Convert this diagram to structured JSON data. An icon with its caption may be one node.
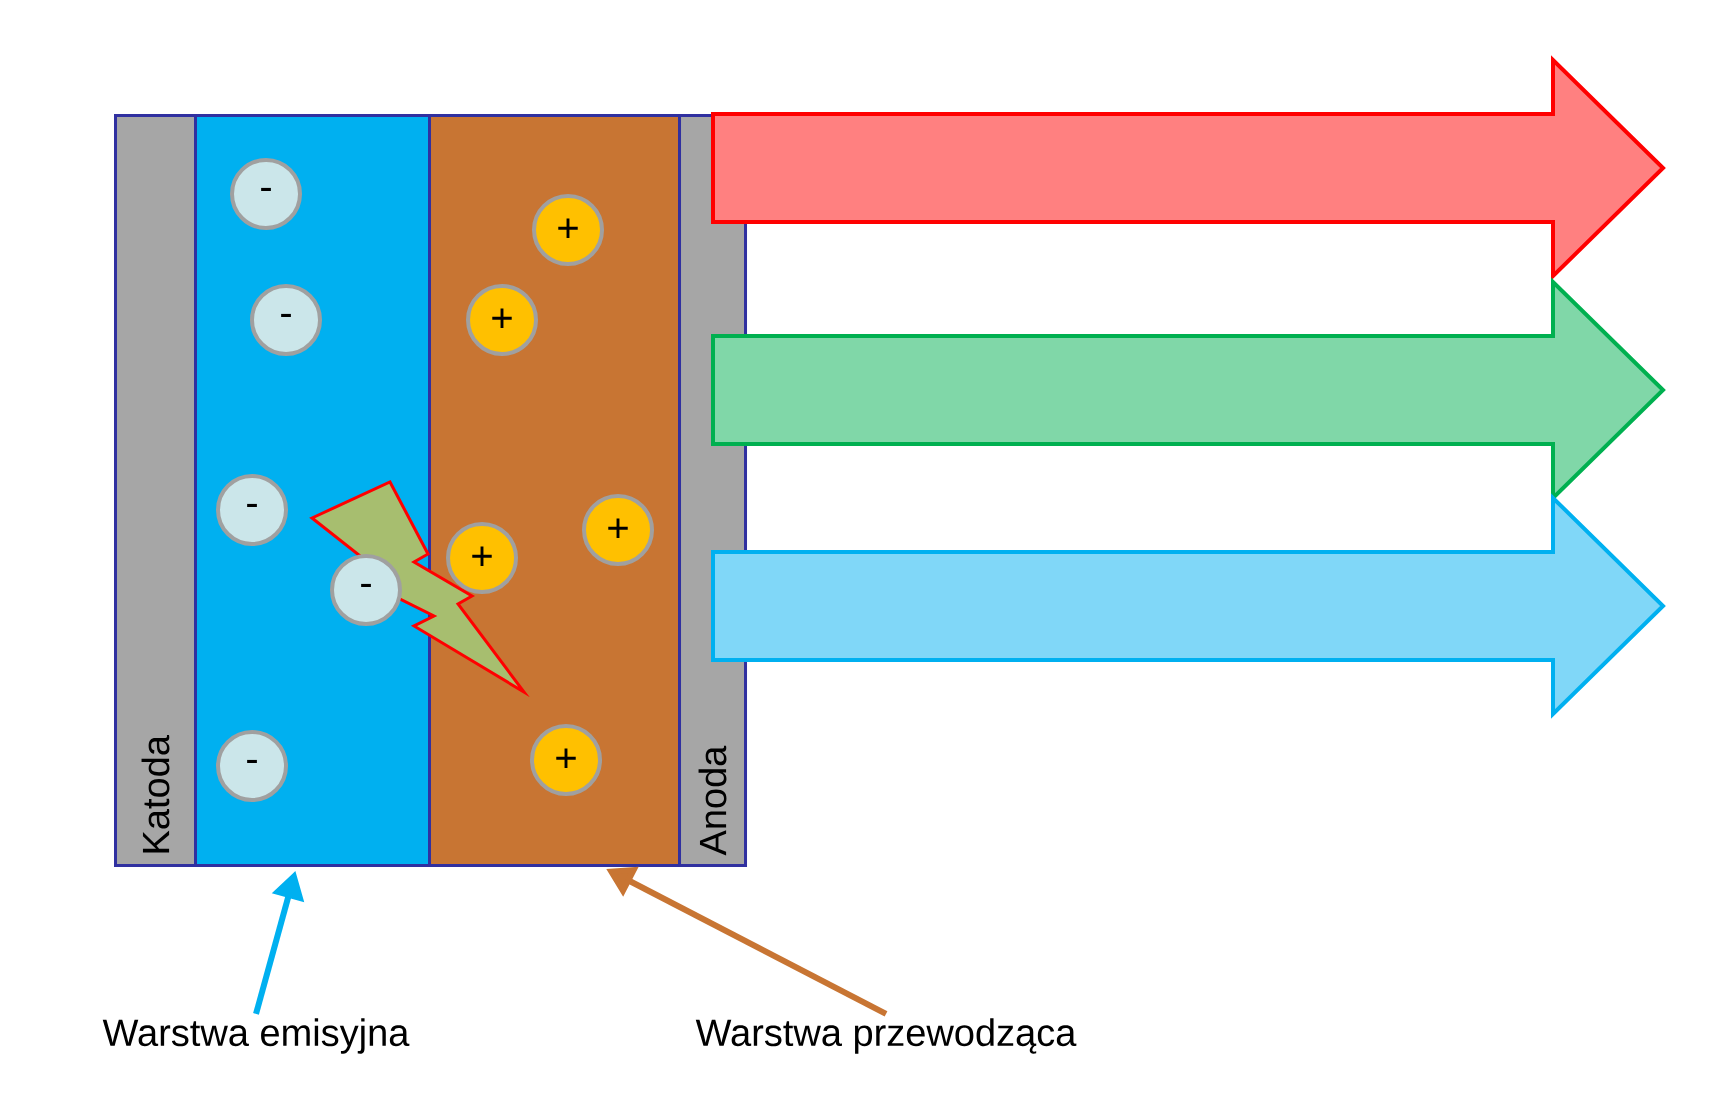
{
  "diagram": {
    "nodes": [
      {
        "text": [
          "Katoda"
        ]
      },
      {
        "text": [],
        "shape": "box"
      },
      {
        "text": [],
        "shape": "box"
      },
      {
        "text": [
          "Anoda"
        ]
      },
      {
        "text": [
          "-"
        ],
        "in": 1
      },
      {
        "text": [
          "-"
        ],
        "in": 1
      },
      {
        "text": [
          "-"
        ],
        "in": 1
      },
      {
        "text": [
          "-"
        ],
        "in": 1
      },
      {
        "text": [
          "-"
        ],
        "in": 1
      },
      {
        "text": [
          "+"
        ],
        "in": 2
      },
      {
        "text": [
          "+"
        ],
        "in": 2
      },
      {
        "text": [
          "+"
        ],
        "in": 2
      },
      {
        "text": [
          "+"
        ],
        "in": 2
      },
      {
        "text": [
          "+"
        ],
        "in": 2
      },
      {
        "text": [
          "Warstwa emisyjna"
        ]
      },
      {
        "text": [
          "Warstwa przewodząca"
        ]
      }
    ],
    "edges": [
      {
        "from": 14,
        "to": 1,
        "arrow": "to",
        "color": "#00b0f0"
      },
      {
        "from": 15,
        "to": 2,
        "arrow": "to",
        "color": "#c87533"
      },
      {
        "from": 3,
        "to": null,
        "arrow": "to",
        "color": "#ff0000"
      },
      {
        "from": 3,
        "to": null,
        "arrow": "to",
        "color": "#00b050"
      },
      {
        "from": 3,
        "to": null,
        "arrow": "to",
        "color": "#00b0f0"
      }
    ]
  }
}
